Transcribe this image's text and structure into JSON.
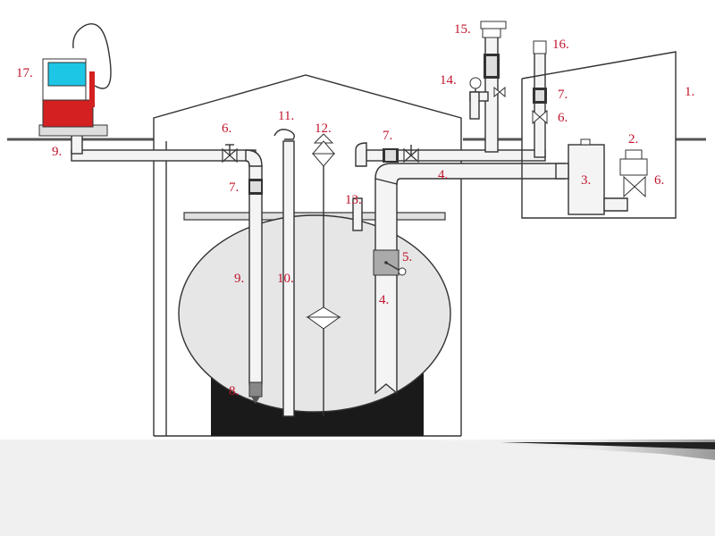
{
  "diagram": {
    "labels": [
      {
        "id": "l1",
        "text": "1."
      },
      {
        "id": "l2",
        "text": "2."
      },
      {
        "id": "l3",
        "text": "3."
      },
      {
        "id": "l4a",
        "text": "4."
      },
      {
        "id": "l4b",
        "text": "4."
      },
      {
        "id": "l5",
        "text": "5."
      },
      {
        "id": "l6a",
        "text": "6."
      },
      {
        "id": "l6b",
        "text": "6."
      },
      {
        "id": "l6c",
        "text": "6."
      },
      {
        "id": "l7a",
        "text": "7."
      },
      {
        "id": "l7b",
        "text": "7."
      },
      {
        "id": "l7c",
        "text": "7."
      },
      {
        "id": "l8",
        "text": "8."
      },
      {
        "id": "l9a",
        "text": "9."
      },
      {
        "id": "l9b",
        "text": "9."
      },
      {
        "id": "l10",
        "text": "10."
      },
      {
        "id": "l11",
        "text": "11."
      },
      {
        "id": "l12",
        "text": "12."
      },
      {
        "id": "l13",
        "text": "13."
      },
      {
        "id": "l14",
        "text": "14."
      },
      {
        "id": "l15",
        "text": "15."
      },
      {
        "id": "l16",
        "text": "16."
      },
      {
        "id": "l17",
        "text": "17."
      }
    ],
    "colors": {
      "label": "#c0142c",
      "tank_fill": "#e6e6e6",
      "tank_base": "#1a1a1a",
      "dispenser": "#d42020",
      "screen": "#1ec6e6",
      "floor_gradient_start": "#f2f2f2",
      "floor_gradient_end": "#c4c4c4"
    }
  }
}
